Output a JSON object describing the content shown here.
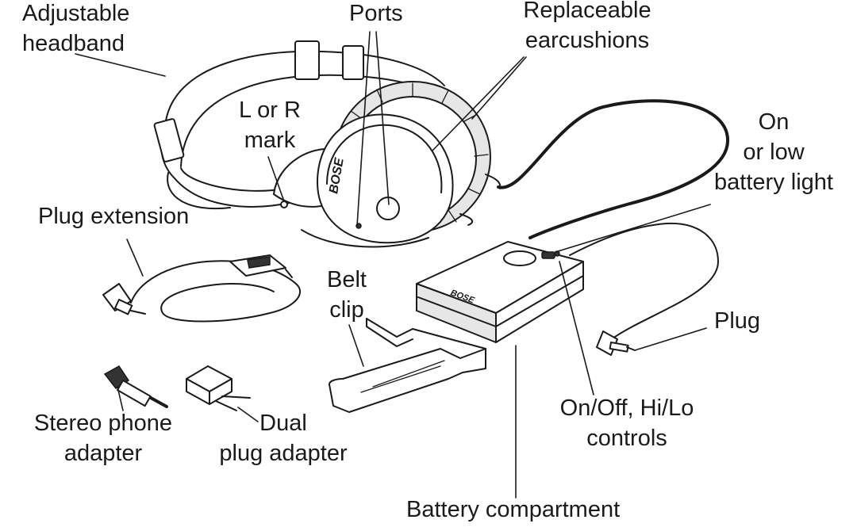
{
  "labels": {
    "headband": [
      "Adjustable",
      "headband"
    ],
    "ports": "Ports",
    "earcushions": [
      "Replaceable",
      "earcushions"
    ],
    "lr_mark": [
      "L or R",
      "mark"
    ],
    "battery_light": [
      "On",
      "or low",
      "battery light"
    ],
    "plug_extension": "Plug extension",
    "belt_clip": [
      "Belt",
      "clip"
    ],
    "plug": "Plug",
    "controls": [
      "On/Off, Hi/Lo",
      "controls"
    ],
    "stereo_adapter": [
      "Stereo phone",
      "adapter"
    ],
    "dual_adapter": [
      "Dual",
      "plug adapter"
    ],
    "battery_compartment": "Battery compartment"
  },
  "brand": "BOSE",
  "icons": {
    "headphones": "headphones-icon",
    "control-module": "battery-module-icon",
    "belt-clip": "belt-clip-icon",
    "plug-extension-cable": "cable-icon",
    "stereo-adapter": "stereo-adapter-icon",
    "dual-plug-adapter": "dual-plug-adapter-icon"
  }
}
